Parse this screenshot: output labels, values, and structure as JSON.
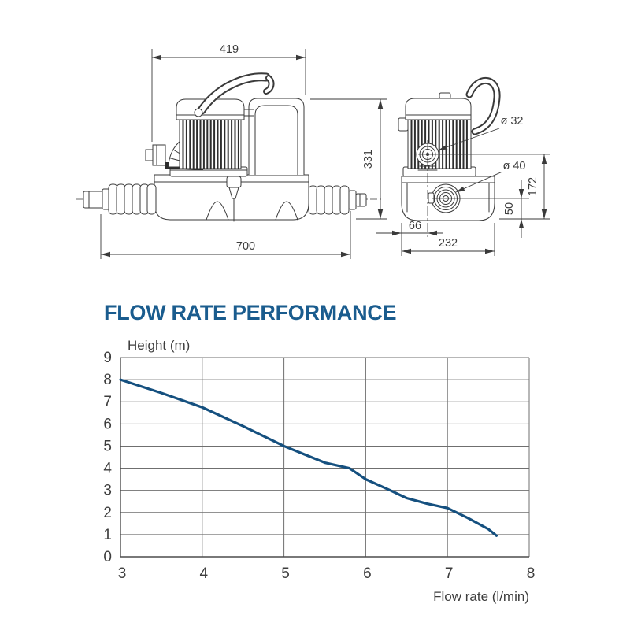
{
  "header": {
    "section_title": "FLOW RATE PERFORMANCE",
    "title_color": "#1a5c8e"
  },
  "drawing": {
    "description": "pump dimensional drawing, side view and end view, millimetres",
    "side_view": {
      "width_top": "419",
      "height": "331",
      "length_overall": "700"
    },
    "end_view": {
      "inlet_diameter": "ø 32",
      "outlet_diameter": "ø 40",
      "inlet_height": "172",
      "outlet_height": "50",
      "inlet_offset": "66",
      "width": "232"
    }
  },
  "chart_data": {
    "type": "line",
    "title": "FLOW RATE PERFORMANCE",
    "xlabel": "Flow rate (l/min)",
    "ylabel": "Height (m)",
    "xlim": [
      3,
      8
    ],
    "ylim": [
      0,
      9
    ],
    "x_ticks": [
      3,
      4,
      5,
      6,
      7,
      8
    ],
    "y_ticks": [
      0,
      1,
      2,
      3,
      4,
      5,
      6,
      7,
      8,
      9
    ],
    "grid": true,
    "legend": "none",
    "grid_color": "#6f6f6f",
    "frame_color": "#4d4d4d",
    "line_color": "#15507f",
    "series": [
      {
        "name": "head-vs-flow-curve",
        "points": [
          [
            3.0,
            8.0
          ],
          [
            3.5,
            7.4
          ],
          [
            4.0,
            6.75
          ],
          [
            4.5,
            5.9
          ],
          [
            5.0,
            5.0
          ],
          [
            5.5,
            4.25
          ],
          [
            5.8,
            4.0
          ],
          [
            6.0,
            3.5
          ],
          [
            6.3,
            3.0
          ],
          [
            6.5,
            2.65
          ],
          [
            6.75,
            2.4
          ],
          [
            7.0,
            2.2
          ],
          [
            7.25,
            1.75
          ],
          [
            7.5,
            1.25
          ],
          [
            7.6,
            0.95
          ]
        ]
      }
    ]
  }
}
